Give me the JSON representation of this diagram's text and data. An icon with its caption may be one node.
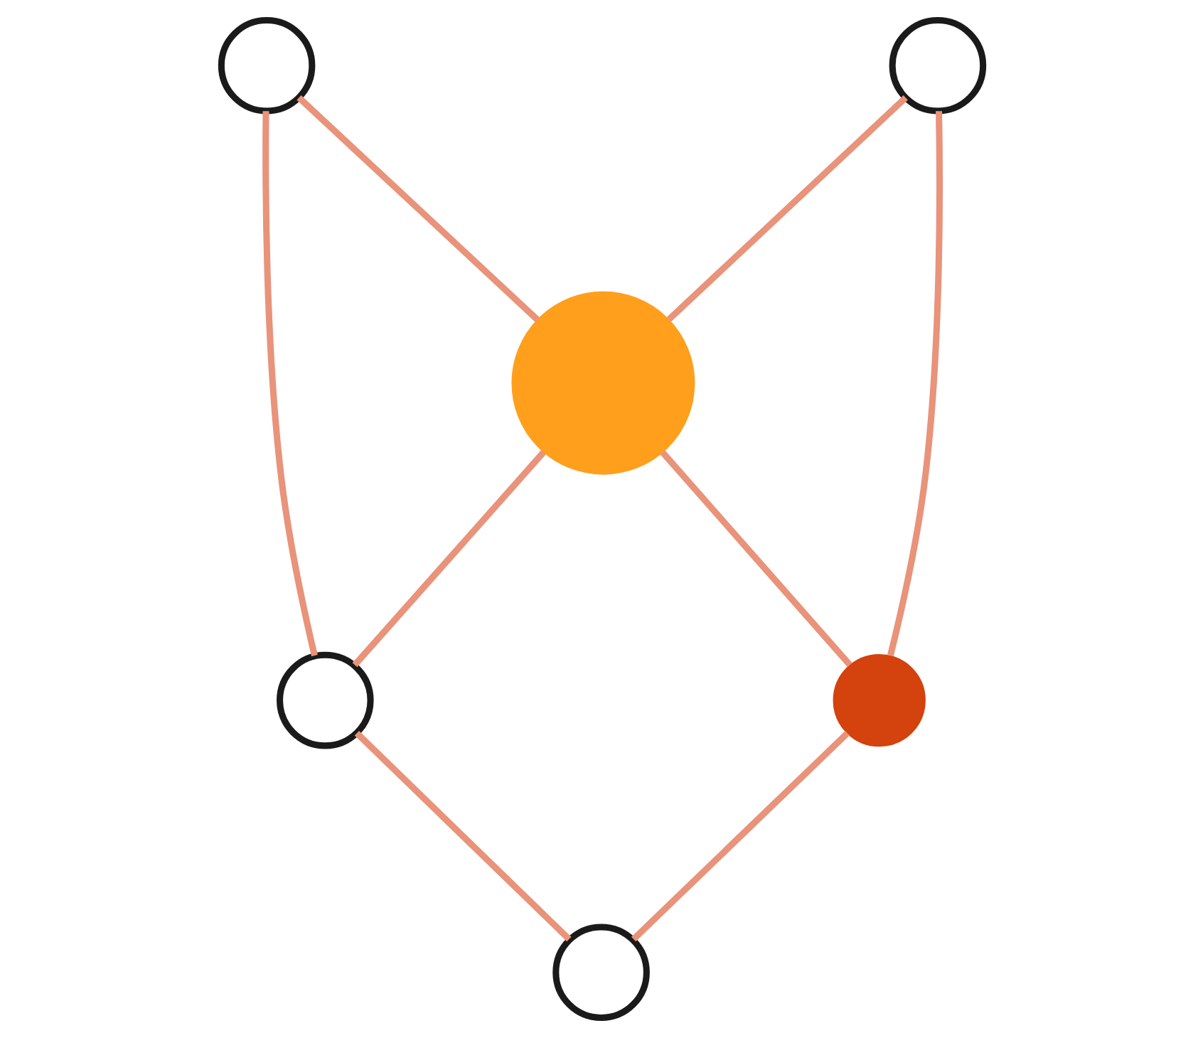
{
  "diagram": {
    "nodes": [
      {
        "text": [],
        "shape": "circle"
      },
      {
        "text": [],
        "shape": "circle"
      },
      {
        "text": [],
        "shape": "circle"
      },
      {
        "text": [],
        "shape": "circle"
      },
      {
        "text": [],
        "shape": "circle"
      },
      {
        "text": [],
        "shape": "circle"
      }
    ],
    "edges": [
      {
        "from": 0,
        "to": 2,
        "arrow": "none"
      },
      {
        "from": 1,
        "to": 2,
        "arrow": "none"
      },
      {
        "from": 0,
        "to": 3,
        "arrow": "none"
      },
      {
        "from": 1,
        "to": 4,
        "arrow": "none"
      },
      {
        "from": 2,
        "to": 3,
        "arrow": "none"
      },
      {
        "from": 2,
        "to": 4,
        "arrow": "none"
      },
      {
        "from": 3,
        "to": 5,
        "arrow": "none"
      },
      {
        "from": 4,
        "to": 5,
        "arrow": "none"
      }
    ]
  }
}
